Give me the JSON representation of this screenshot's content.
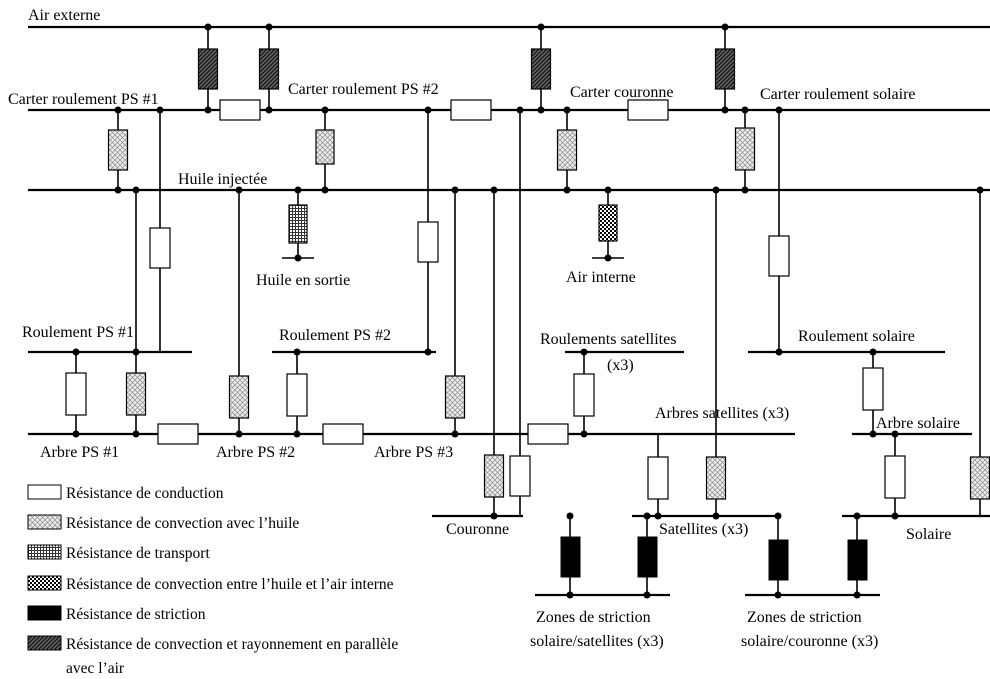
{
  "nodes": {
    "air_externe": "Air externe",
    "carter_ps1": "Carter roulement PS #1",
    "carter_ps2": "Carter roulement PS #2",
    "carter_couronne": "Carter couronne",
    "carter_solaire": "Carter roulement solaire",
    "huile_injectee": "Huile injectée",
    "huile_sortie": "Huile en sortie",
    "air_interne": "Air interne",
    "roulement_ps1": "Roulement PS #1",
    "roulement_ps2": "Roulement PS #2",
    "roulements_sat": "Roulements satellites",
    "roulements_sat_x3": "(x3)",
    "roulement_solaire": "Roulement solaire",
    "arbres_sat": "Arbres satellites (x3)",
    "arbre_solaire": "Arbre solaire",
    "arbre_ps1": "Arbre PS #1",
    "arbre_ps2": "Arbre PS #2",
    "arbre_ps3": "Arbre PS #3",
    "couronne": "Couronne",
    "satellites": "Satellites (x3)",
    "solaire": "Solaire",
    "zones_sol_sat_1": "Zones de striction",
    "zones_sol_sat_2": "solaire/satellites (x3)",
    "zones_sol_cour_1": "Zones de striction",
    "zones_sol_cour_2": "solaire/couronne (x3)"
  },
  "legend": {
    "conduction": "Résistance de conduction",
    "convection_huile": "Résistance de convection avec l’huile",
    "transport": "Résistance de transport",
    "convection_huile_air": "Résistance de convection entre l’huile et l’air interne",
    "striction": "Résistance de striction",
    "convection_rayonnement_1": "Résistance de convection et rayonnement en parallèle",
    "convection_rayonnement_2": "avec l’air"
  }
}
